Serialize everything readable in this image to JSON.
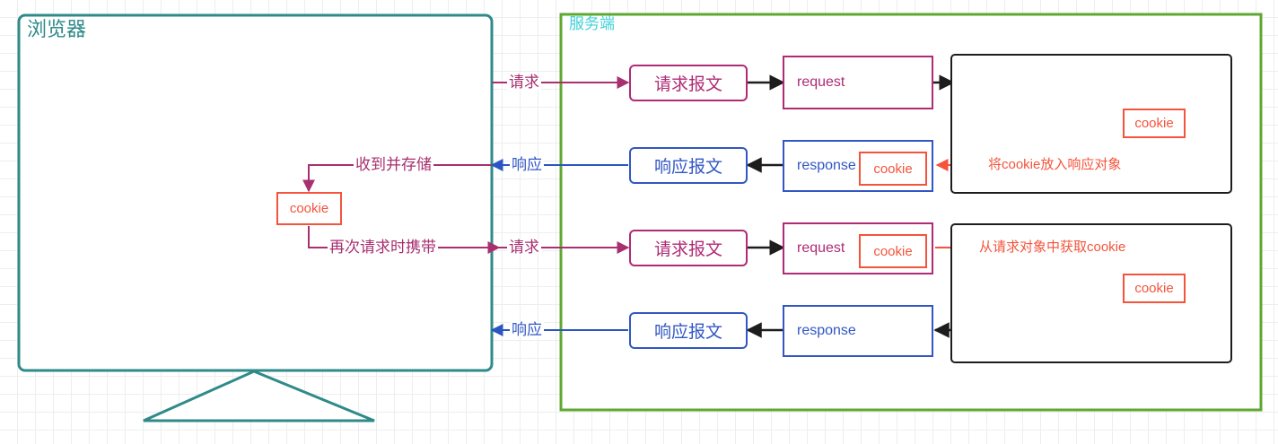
{
  "diagram": {
    "title_browser": "浏览器",
    "title_server": "服务端",
    "colors": {
      "browser_border": "#2F8A8A",
      "server_border": "#5FA830",
      "server_label": "#3FD0D8",
      "request_purple": "#B02A75",
      "response_blue": "#3257C4",
      "cookie_red": "#F4543C",
      "black": "#1d1d1d",
      "grid": "#eeeeee"
    }
  },
  "browser": {
    "label": "浏览器",
    "cookie_box": "cookie",
    "edges": {
      "store": "收到并存储",
      "resend": "再次请求时携带"
    }
  },
  "boundary": {
    "request_1": "请求",
    "response_1": "响应",
    "request_2": "请求",
    "response_2": "响应"
  },
  "server": {
    "label": "服务端",
    "rows": [
      {
        "message_box": "请求报文",
        "object_box": "request",
        "object_cookie": null,
        "kind": "request"
      },
      {
        "message_box": "响应报文",
        "object_box": "response",
        "object_cookie": "cookie",
        "kind": "response"
      },
      {
        "message_box": "请求报文",
        "object_box": "request",
        "object_cookie": "cookie",
        "kind": "request"
      },
      {
        "message_box": "响应报文",
        "object_box": "response",
        "object_cookie": null,
        "kind": "response"
      }
    ],
    "containers": [
      {
        "caption": "将cookie放入响应对象",
        "cookie_box": "cookie",
        "direction": "out-to-response"
      },
      {
        "caption": "从请求对象中获取cookie",
        "cookie_box": "cookie",
        "direction": "in-from-request"
      }
    ]
  }
}
